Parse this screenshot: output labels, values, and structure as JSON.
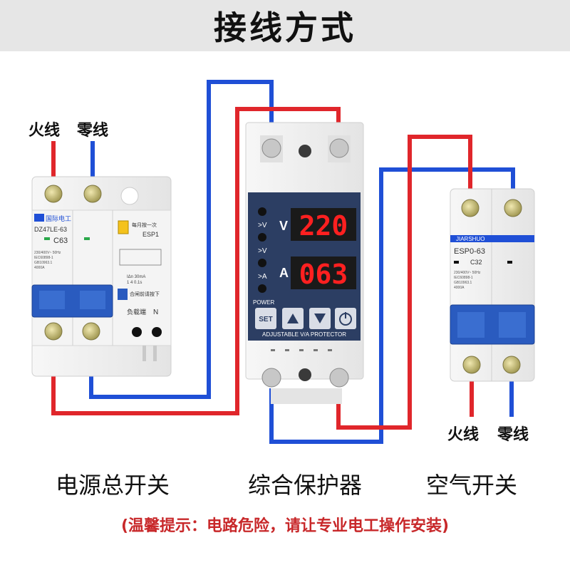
{
  "title": "接线方式",
  "wire_labels": {
    "left_live": "火线",
    "left_neutral": "零线",
    "right_live": "火线",
    "right_neutral": "零线"
  },
  "main_breaker": {
    "brand": "国际电工",
    "model": "DZ47LE-63",
    "rating": "C63",
    "esp": "ESP1",
    "test_note": "每月按一次",
    "specs": [
      "230/400V~ 50Hz",
      "IEC60898-1",
      "GB10963.1",
      "4000A"
    ],
    "leak_spec": "IΔn 30mA",
    "leak_spec2": "1   4   0.1s",
    "reset_note": "合闸前请按下",
    "load_label": "负载端",
    "n_label": "N",
    "caption": "电源总开关"
  },
  "protector": {
    "v_label": "V",
    "a_label": "A",
    "voltage_display": "220",
    "current_display": "063",
    "btn_labels": [
      ">V",
      ">V",
      ">A"
    ],
    "power_label": "POWER",
    "set_label": "SET",
    "footer": "ADJUSTABLE V/A PROTECTOR",
    "caption": "综合保护器"
  },
  "air_switch": {
    "brand": "JIARSHUO",
    "model": "ESP0-63",
    "rating": "C32",
    "specs": [
      "230/400V~ 50Hz",
      "IEC60898-1",
      "GB10963.1",
      "4000A"
    ],
    "caption": "空气开关"
  },
  "warning": "(温馨提示：电路危险，请让专业电工操作安装)",
  "colors": {
    "live": "#e0262b",
    "neutral": "#1f4fd6",
    "panel": "#2c3e63",
    "led": "#ff2020",
    "handle": "#2a5bbf"
  }
}
